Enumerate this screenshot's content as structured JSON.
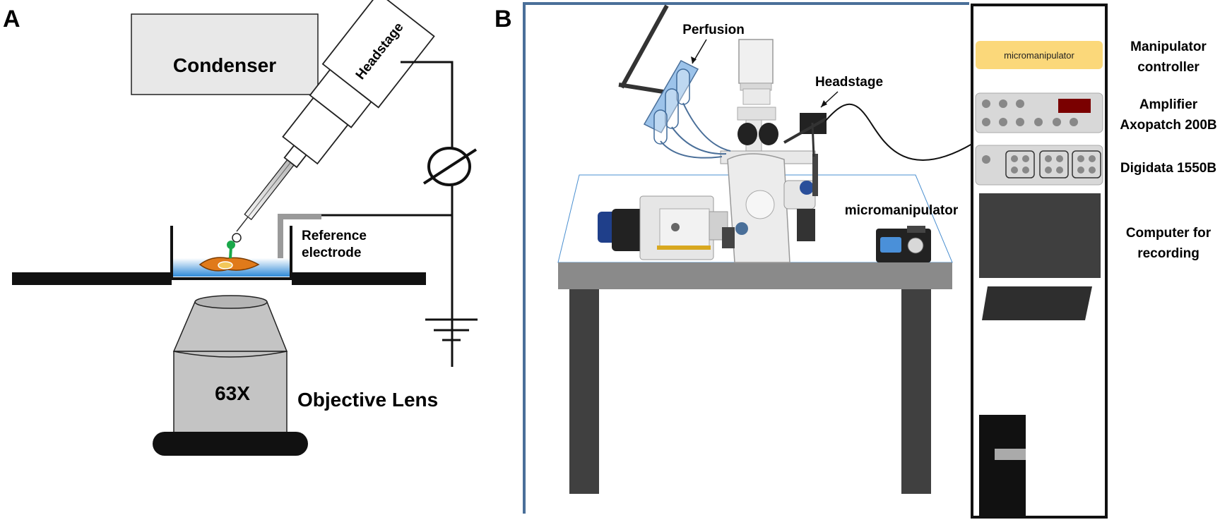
{
  "panel_a": {
    "letter": "A",
    "condenser_label": "Condenser",
    "headstage_label": "Headstage",
    "reference_label_line1": "Reference",
    "reference_label_line2": "electrode",
    "objective_magnification": "63X",
    "objective_label": "Objective Lens"
  },
  "panel_b": {
    "letter": "B",
    "perfusion_label": "Perfusion",
    "headstage_label": "Headstage",
    "micromanipulator_label": "micromanipulator",
    "rack": {
      "controller_box_text": "micromanipulator",
      "manipulator_controller_line1": "Manipulator",
      "manipulator_controller_line2": "controller",
      "amplifier_line1": "Amplifier",
      "amplifier_line2": "Axopatch 200B",
      "digidata_label": "Digidata 1550B",
      "computer_line1": "Computer for",
      "computer_line2": "recording"
    }
  },
  "colors": {
    "condenser_fill": "#e8e8e8",
    "bath_blue": "#2f8ad8",
    "cell_orange": "#e07a1a",
    "electrode_green": "#1aa84a",
    "objective_gray": "#c4c4c4",
    "frame_blue": "#4a6f99",
    "controller_yellow": "#fbd87a",
    "display_red": "#7a0000",
    "perfusion_blue": "#9cc3ea",
    "table_gray": "#8a8a8a",
    "leg_gray": "#404040"
  }
}
